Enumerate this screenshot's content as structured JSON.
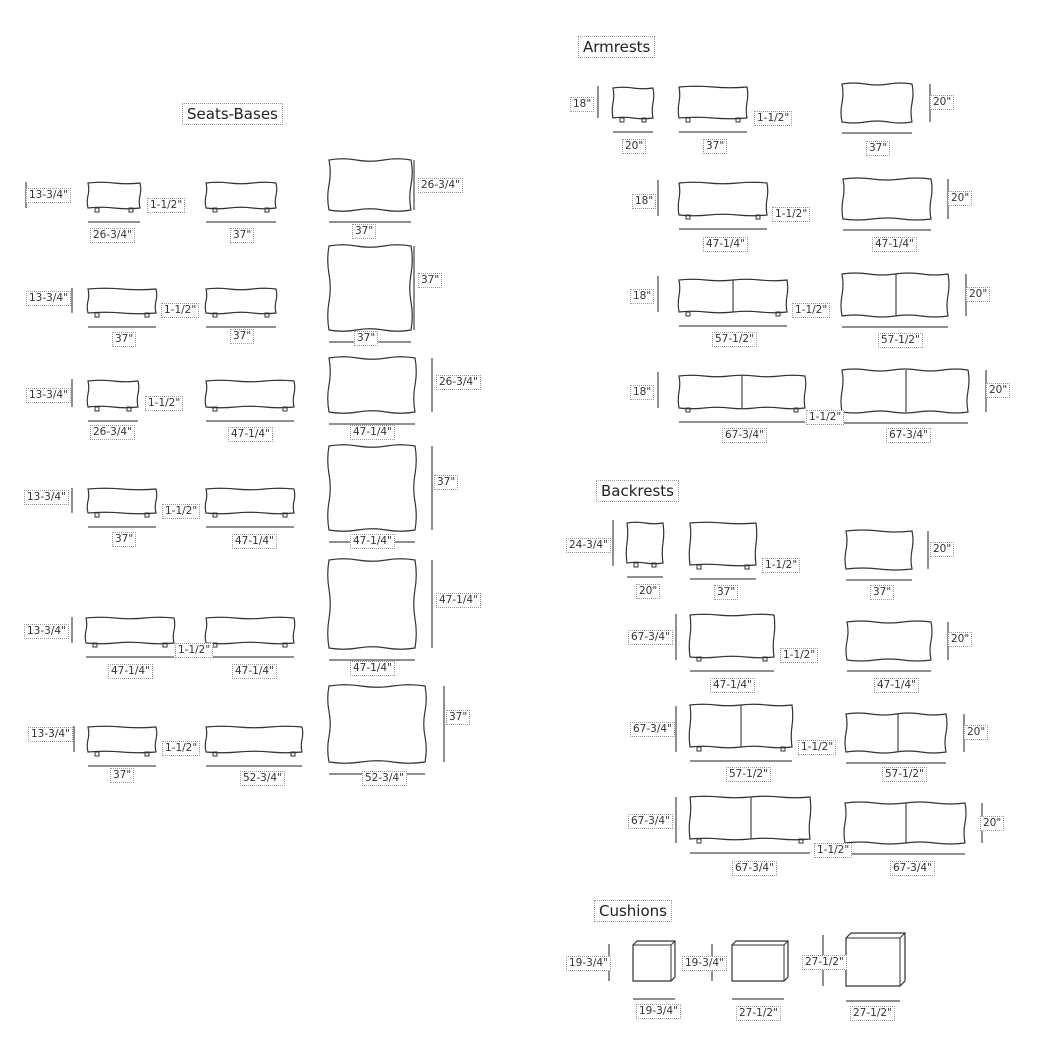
{
  "sections": [
    {
      "id": "seats",
      "title": "Seats-Bases"
    },
    {
      "id": "armrests",
      "title": "Armrests"
    },
    {
      "id": "backrests",
      "title": "Backrests"
    },
    {
      "id": "cushions",
      "title": "Cushions"
    }
  ],
  "seats_rows": [
    {
      "height": "13-3/4\"",
      "gap": "1-1/2\"",
      "w1": "26-3/4\"",
      "w2": "37\"",
      "top_w": "37\"",
      "top_d": "26-3/4\""
    },
    {
      "height": "13-3/4\"",
      "gap": "1-1/2\"",
      "w1": "37\"",
      "w2": "37\"",
      "top_w": "37\"",
      "top_d": "37\""
    },
    {
      "height": "13-3/4\"",
      "gap": "1-1/2\"",
      "w1": "26-3/4\"",
      "w2": "47-1/4\"",
      "top_w": "47-1/4\"",
      "top_d": "26-3/4\""
    },
    {
      "height": "13-3/4\"",
      "gap": "1-1/2\"",
      "w1": "37\"",
      "w2": "47-1/4\"",
      "top_w": "47-1/4\"",
      "top_d": "37\""
    },
    {
      "height": "13-3/4\"",
      "gap": "1-1/2\"",
      "w1": "47-1/4\"",
      "w2": "47-1/4\"",
      "top_w": "47-1/4\"",
      "top_d": "47-1/4\""
    },
    {
      "height": "13-3/4\"",
      "gap": "1-1/2\"",
      "w1": "37\"",
      "w2": "52-3/4\"",
      "top_w": "52-3/4\"",
      "top_d": "37\""
    }
  ],
  "armrests_rows": [
    {
      "height": "18\"",
      "w_side": "20\"",
      "w_front": "37\"",
      "gap": "1-1/2\"",
      "top_w": "37\"",
      "top_d": "20\""
    },
    {
      "height": "18\"",
      "w_front": "47-1/4\"",
      "gap": "1-1/2\"",
      "top_w": "47-1/4\"",
      "top_d": "20\""
    },
    {
      "height": "18\"",
      "w_front": "57-1/2\"",
      "gap": "1-1/2\"",
      "top_w": "57-1/2\"",
      "top_d": "20\""
    },
    {
      "height": "18\"",
      "w_front": "67-3/4\"",
      "gap": "1-1/2\"",
      "top_w": "67-3/4\"",
      "top_d": "20\""
    }
  ],
  "backrests_rows": [
    {
      "height": "24-3/4\"",
      "w_side": "20\"",
      "w_front": "37\"",
      "gap": "1-1/2\"",
      "top_w": "37\"",
      "top_d": "20\""
    },
    {
      "height": "67-3/4\"",
      "w_front": "47-1/4\"",
      "gap": "1-1/2\"",
      "top_w": "47-1/4\"",
      "top_d": "20\""
    },
    {
      "height": "67-3/4\"",
      "w_front": "57-1/2\"",
      "gap": "1-1/2\"",
      "top_w": "57-1/2\"",
      "top_d": "20\""
    },
    {
      "height": "67-3/4\"",
      "w_front": "67-3/4\"",
      "gap": "1-1/2\"",
      "top_w": "67-3/4\"",
      "top_d": "20\""
    }
  ],
  "cushions": [
    {
      "height": "19-3/4\"",
      "width": "19-3/4\""
    },
    {
      "height": "19-3/4\"",
      "width": "27-1/2\""
    },
    {
      "height": "27-1/2\"",
      "width": "27-1/2\""
    }
  ]
}
